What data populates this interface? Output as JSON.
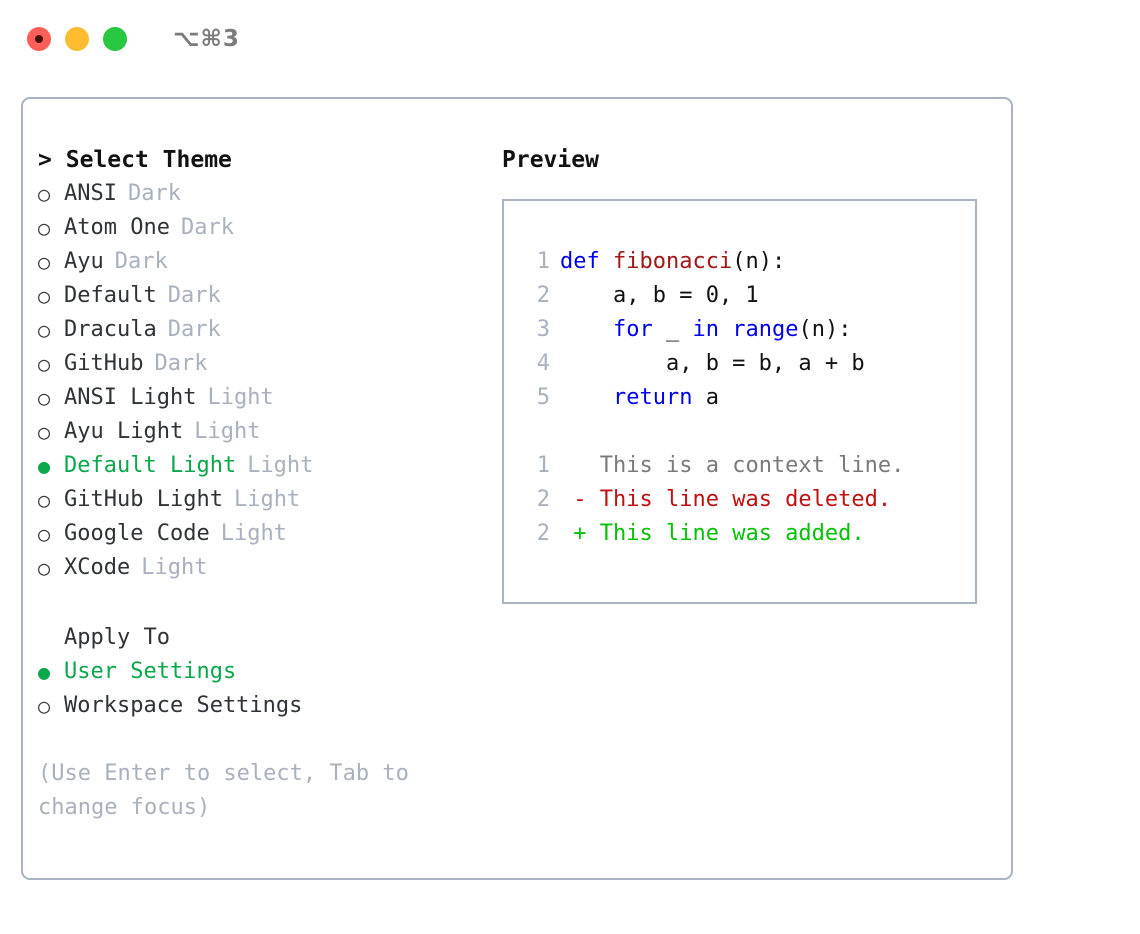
{
  "titlebar": {
    "shortcut": "⌥⌘3",
    "lights": [
      {
        "name": "close",
        "color": "#ff5f57"
      },
      {
        "name": "minimize",
        "color": "#febc2e"
      },
      {
        "name": "maximize",
        "color": "#28c840"
      }
    ]
  },
  "theme_section": {
    "heading_caret": ">",
    "heading": "Select Theme",
    "unselected_marker": "○",
    "selected_marker": "●",
    "items": [
      {
        "label": "ANSI",
        "kind": "Dark",
        "selected": false
      },
      {
        "label": "Atom One",
        "kind": "Dark",
        "selected": false
      },
      {
        "label": "Ayu",
        "kind": "Dark",
        "selected": false
      },
      {
        "label": "Default",
        "kind": "Dark",
        "selected": false
      },
      {
        "label": "Dracula",
        "kind": "Dark",
        "selected": false
      },
      {
        "label": "GitHub",
        "kind": "Dark",
        "selected": false
      },
      {
        "label": "ANSI Light",
        "kind": "Light",
        "selected": false
      },
      {
        "label": "Ayu Light",
        "kind": "Light",
        "selected": false
      },
      {
        "label": "Default Light",
        "kind": "Light",
        "selected": true
      },
      {
        "label": "GitHub Light",
        "kind": "Light",
        "selected": false
      },
      {
        "label": "Google Code",
        "kind": "Light",
        "selected": false
      },
      {
        "label": "XCode",
        "kind": "Light",
        "selected": false
      }
    ]
  },
  "apply_section": {
    "heading": "Apply To",
    "items": [
      {
        "label": "User Settings",
        "selected": true,
        "marker": "●"
      },
      {
        "label": "Workspace Settings",
        "selected": false,
        "marker": "○"
      }
    ]
  },
  "hint": "(Use Enter to select, Tab to change focus)",
  "preview": {
    "title": "Preview",
    "code_lines": [
      {
        "number": "1",
        "tokens": [
          {
            "t": "def ",
            "c": "kw"
          },
          {
            "t": "fibonacci",
            "c": "fn"
          },
          {
            "t": "(n):",
            "c": "pl"
          }
        ]
      },
      {
        "number": "2",
        "tokens": [
          {
            "t": "    a, b = 0, 1",
            "c": "pl"
          }
        ]
      },
      {
        "number": "3",
        "tokens": [
          {
            "t": "    ",
            "c": "pl"
          },
          {
            "t": "for",
            "c": "kw"
          },
          {
            "t": " _ ",
            "c": "pl"
          },
          {
            "t": "in range",
            "c": "kw"
          },
          {
            "t": "(n):",
            "c": "pl"
          }
        ]
      },
      {
        "number": "4",
        "tokens": [
          {
            "t": "        a, b = b, a + b",
            "c": "pl"
          }
        ]
      },
      {
        "number": "5",
        "tokens": [
          {
            "t": "    ",
            "c": "pl"
          },
          {
            "t": "return",
            "c": "kw"
          },
          {
            "t": " a",
            "c": "pl"
          }
        ]
      }
    ],
    "diff_lines": [
      {
        "number": "1",
        "sign": " ",
        "text": "This is a context line.",
        "kind": "ctx"
      },
      {
        "number": "2",
        "sign": "-",
        "text": "This line was deleted.",
        "kind": "del"
      },
      {
        "number": "2",
        "sign": "+",
        "text": "This line was added.",
        "kind": "add"
      }
    ]
  },
  "colors": {
    "accent_green": "#0aa84a",
    "muted": "#a8b1bd",
    "border": "#a9b4c2",
    "keyword_blue": "#0000ee",
    "function_red": "#a01717",
    "diff_delete": "#c01010",
    "diff_add": "#06c106"
  }
}
